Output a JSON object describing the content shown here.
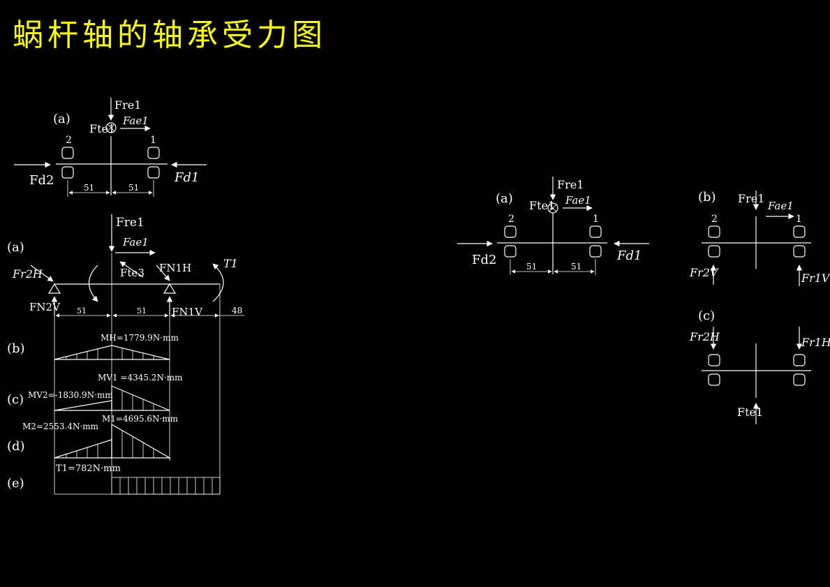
{
  "title": "蜗杆轴的轴承受力图",
  "colors": {
    "title": "#ffff00",
    "line": "#ffffff",
    "background": "#000000"
  },
  "left_top": {
    "view_label": "(a)",
    "forces": {
      "fre1": "Fre1",
      "fte1": "Fte1",
      "fae1": "Fae1",
      "fd1": "Fd1",
      "fd2": "Fd2"
    },
    "bearings": {
      "left": "2",
      "right": "1"
    },
    "dims": {
      "left": "51",
      "right": "51"
    }
  },
  "left_bottom": {
    "rows": [
      "(a)",
      "(b)",
      "(c)",
      "(d)",
      "(e)"
    ],
    "forces": {
      "fre1": "Fre1",
      "fae1": "Fae1",
      "fte3": "Fte3",
      "fn1h": "FN1H",
      "fr2h": "Fr2H",
      "fn2v": "FN2V",
      "fn1v": "FN1V",
      "t1": "T1"
    },
    "dims": {
      "left": "51",
      "right": "51",
      "end": "48"
    },
    "moments": {
      "mh": "MH=1779.9N·mm",
      "mv1": "MV1 =4345.2N·mm",
      "mv2": "MV2=-1830.9N·mm",
      "m1": "M1=4695.6N·mm",
      "m2": "M2=2553.4N·mm",
      "t1": "T1=782N·mm"
    }
  },
  "right_a": {
    "view_label": "(a)",
    "forces": {
      "fre1": "Fre1",
      "fte1": "Fte1",
      "fae1": "Fae1",
      "fd1": "Fd1",
      "fd2": "Fd2"
    },
    "bearings": {
      "left": "2",
      "right": "1"
    },
    "dims": {
      "left": "51",
      "right": "51"
    }
  },
  "right_b": {
    "view_label": "(b)",
    "forces": {
      "fre1": "Fre1",
      "fae1": "Fae1",
      "fr2v": "Fr2V",
      "fr1v": "Fr1V"
    },
    "bearings": {
      "left": "2",
      "right": "1"
    }
  },
  "right_c": {
    "view_label": "(c)",
    "forces": {
      "fr2h": "Fr2H",
      "fr1h": "Fr1H",
      "fte1": "Fte1"
    }
  }
}
